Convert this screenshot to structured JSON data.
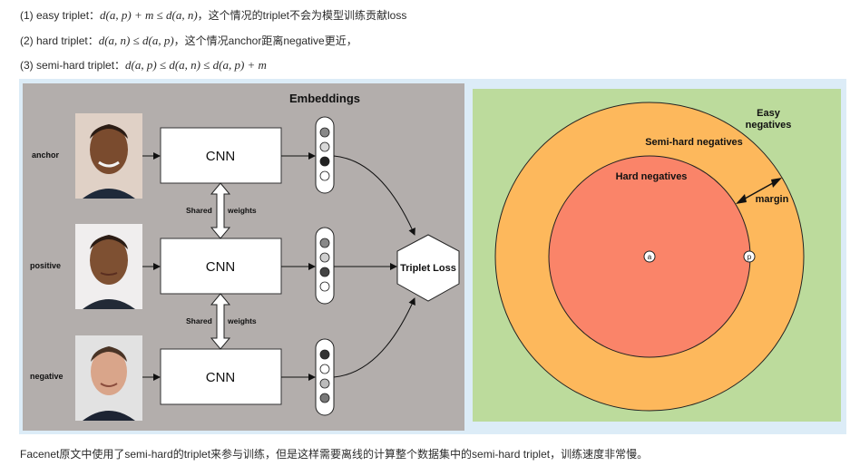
{
  "text_lines": {
    "line1": {
      "prefix": "(1) easy triplet：",
      "math": "d(a, p) + m ≤ d(a, n)",
      "suffix": "，这个情况的triplet不会为模型训练贡献loss"
    },
    "line2": {
      "prefix": "(2) hard triplet：",
      "math": "d(a, n) ≤ d(a, p)",
      "suffix": "，这个情况anchor距离negative更近，"
    },
    "line3": {
      "prefix": "(3) semi-hard triplet：",
      "math": "d(a, p) ≤ d(a, n) ≤ d(a, p) + m",
      "suffix": ""
    }
  },
  "left_diagram": {
    "title": "Embeddings",
    "rows": [
      {
        "label": "anchor",
        "cnn": "CNN"
      },
      {
        "label": "positive",
        "cnn": "CNN"
      },
      {
        "label": "negative",
        "cnn": "CNN"
      }
    ],
    "shared_weights": [
      {
        "left": "Shared",
        "right": "weights"
      },
      {
        "left": "Shared",
        "right": "weights"
      }
    ],
    "loss": "Triplet Loss",
    "colors": {
      "background": "#b3aeac",
      "box": "#ffffff"
    }
  },
  "right_diagram": {
    "easy": [
      "Easy",
      "negatives"
    ],
    "semi_hard": "Semi-hard negatives",
    "hard": "Hard negatives",
    "margin": "margin",
    "point_a": "a",
    "point_p": "p",
    "colors": {
      "background": "#bcdb9c",
      "semi_hard": "#fdb85c",
      "hard": "#fa8469"
    }
  },
  "footer": "Facenet原文中使用了semi-hard的triplet来参与训练，但是这样需要离线的计算整个数据集中的semi-hard triplet，训练速度非常慢。"
}
